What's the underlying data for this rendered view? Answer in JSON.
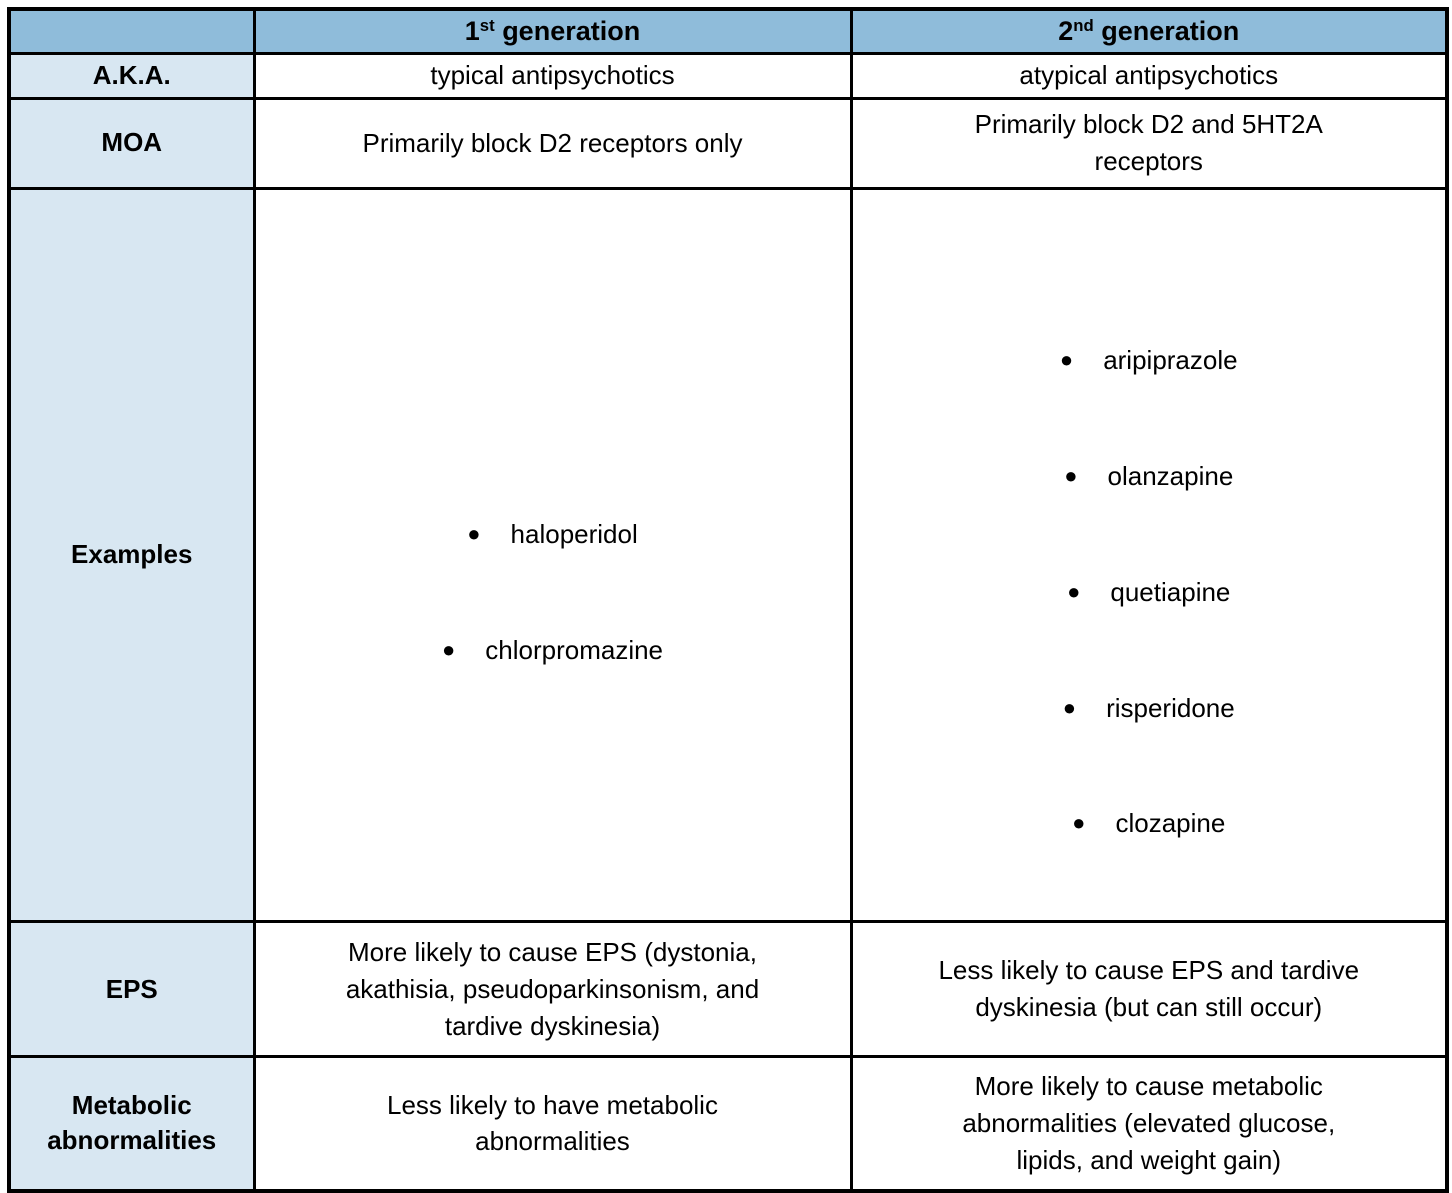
{
  "table": {
    "header": {
      "corner": "",
      "gen1": {
        "num": "1",
        "sup": "st",
        "rest": " generation"
      },
      "gen2": {
        "num": "2",
        "sup": "nd",
        "rest": " generation"
      }
    },
    "rows": {
      "aka": {
        "label": "A.K.A.",
        "gen1": "typical antipsychotics",
        "gen2": "atypical antipsychotics"
      },
      "moa": {
        "label": "MOA",
        "gen1": "Primarily block D2 receptors only",
        "gen2": "Primarily block D2 and 5HT2A\nreceptors"
      },
      "examples": {
        "label": "Examples",
        "bullet": "●",
        "gen1_items": [
          "haloperidol",
          "chlorpromazine"
        ],
        "gen2_items": [
          "aripiprazole",
          "olanzapine",
          "quetiapine",
          "risperidone",
          "clozapine"
        ]
      },
      "eps": {
        "label": "EPS",
        "gen1": "More likely to cause EPS (dystonia,\nakathisia, pseudoparkinsonism, and\ntardive dyskinesia)",
        "gen2": "Less likely to cause EPS and tardive\ndyskinesia (but can still occur)"
      },
      "metabolic": {
        "label": "Metabolic\nabnormalities",
        "gen1": "Less likely to have metabolic\nabnormalities",
        "gen2": "More likely to cause metabolic\nabnormalities (elevated glucose,\nlipids, and weight gain)"
      }
    },
    "colors": {
      "header_bg": "#8FBCDA",
      "label_bg": "#D8E7F2",
      "border": "#000000",
      "body_bg": "#FFFFFF",
      "text": "#000000"
    }
  }
}
